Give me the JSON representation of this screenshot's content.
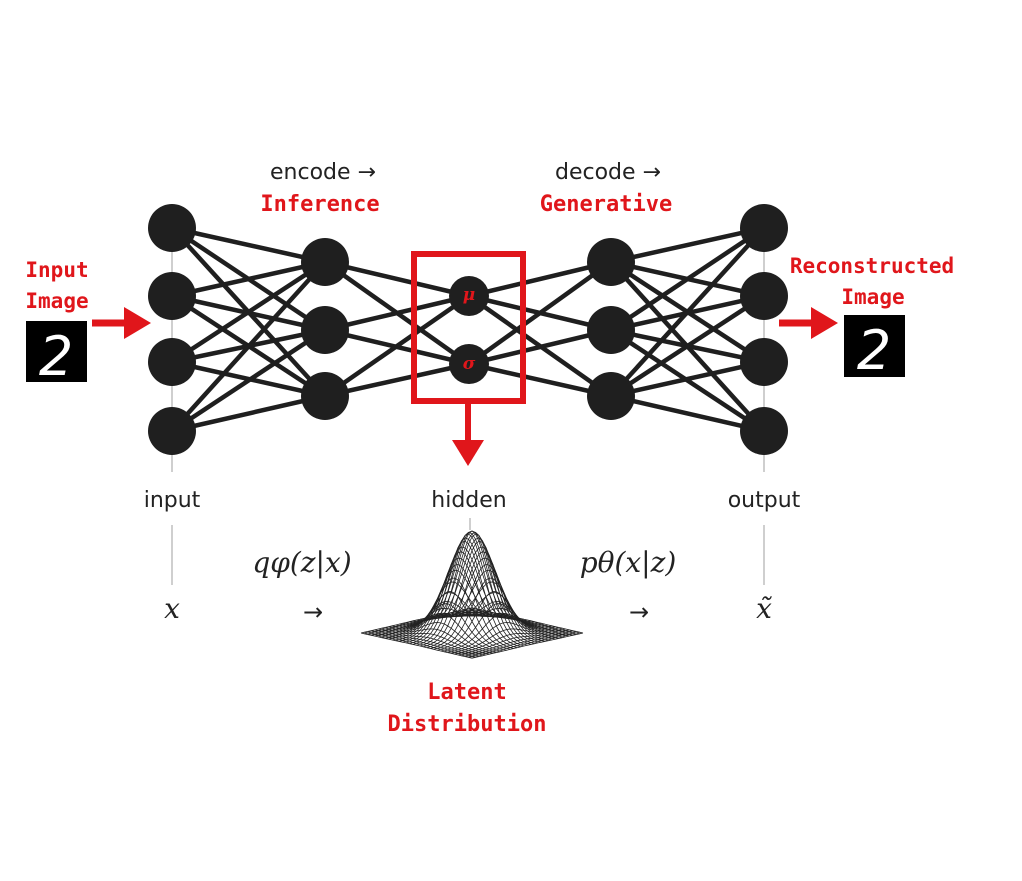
{
  "header": {
    "encode_label": "encode →",
    "inference_label": "Inference",
    "decode_label": "decode →",
    "generative_label": "Generative"
  },
  "input_side": {
    "title_line1": "Input",
    "title_line2": "Image",
    "digit": "2"
  },
  "output_side": {
    "title_line1": "Reconstructed",
    "title_line2": "Image",
    "digit": "2"
  },
  "latent_nodes": {
    "mu": "μ",
    "sigma": "σ"
  },
  "layer_labels": {
    "input": "input",
    "hidden": "hidden",
    "output": "output"
  },
  "math": {
    "x_var": "x",
    "encoder_dist": "qφ(z|x)",
    "decoder_dist": "pθ(x|z)",
    "x_tilde": "x̃",
    "arrow": "→"
  },
  "latent_caption": {
    "line1": "Latent",
    "line2": "Distribution"
  },
  "colors": {
    "accent_red": "#e0161b",
    "node_dark": "#1f1f1f",
    "edge_dark": "#1f1f1f",
    "guide_gray": "#cfcfcf"
  }
}
